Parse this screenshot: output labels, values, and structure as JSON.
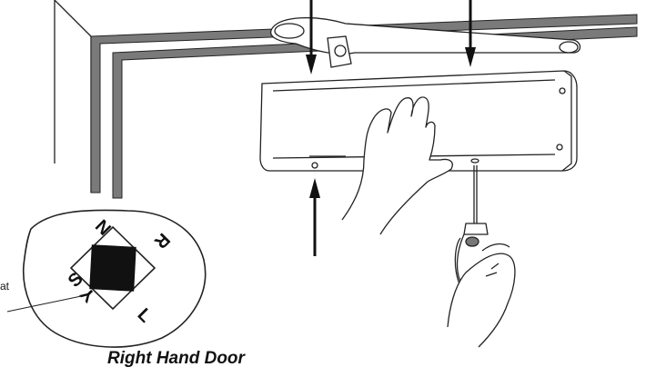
{
  "figure": {
    "caption": "Right Hand Door",
    "callout_label": "at",
    "dial_letters": {
      "north": "N",
      "right": "R",
      "south": "S",
      "y": "Y",
      "left": "L"
    }
  }
}
